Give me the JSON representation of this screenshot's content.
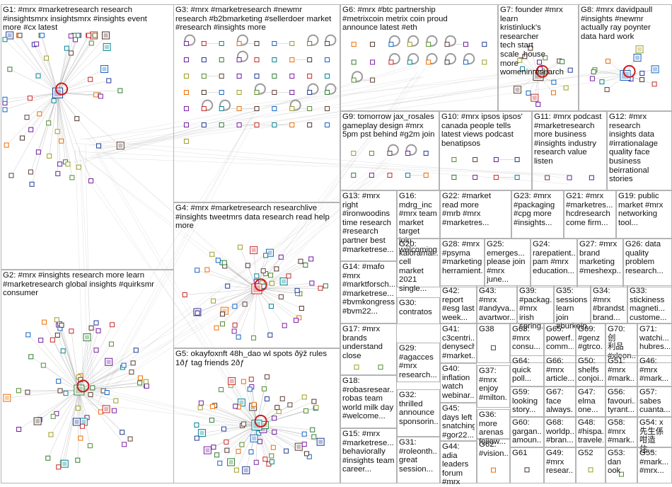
{
  "groups": [
    {
      "id": "G1",
      "label": "G1: #mrx #marketresearch research\n#insightsmrx insightsmrx #insights event\nmore #cx latest",
      "nodes": 60,
      "hub": true
    },
    {
      "id": "G2",
      "label": "G2: #mrx #insights research more learn\n#marketresearch global insights #quirksmr\nconsumer",
      "nodes": 70,
      "hub": true
    },
    {
      "id": "G3",
      "label": "G3: #mrx #marketresearch #newmr\nresearch #b2bmarketing #sellerdoer market\n#research #insights more",
      "nodes": 55,
      "hub": false
    },
    {
      "id": "G4",
      "label": "G4: #mrx #marketresearch researchlive\n#insights tweetmrs data research read help\nmore",
      "nodes": 55,
      "hub": true
    },
    {
      "id": "G5",
      "label": "G5: okayfoxnft 48h_dao wl spots ðÿž rules\n1ðƒ tag friends 2ðƒ",
      "nodes": 70,
      "hub": true
    },
    {
      "id": "G6",
      "label": "G6: #mrx #btc partnership\n#metrixcoin metrix coin proud\nannounce latest #eth",
      "nodes": 18,
      "hub": false
    },
    {
      "id": "G7",
      "label": "G7: founder #mrx learn\nkristinluck's researcher\ntech start scale_house\nmore womeninresearch",
      "nodes": 18,
      "hub": true
    },
    {
      "id": "G8",
      "label": "G8: #mrx davidpaull\n#insights #newmr\nactually ray poynter\ndata hard work",
      "nodes": 14,
      "hub": true
    },
    {
      "id": "G9",
      "label": "G9: tomorrow jax_rosales\ngameplay design #mrx\n5pm pst behind #g2m join",
      "nodes": 14,
      "hub": false
    },
    {
      "id": "G10",
      "label": "G10: #mrx ipsos ipsos'\ncanada people tells\nlatest views podcast\nbenatipsos",
      "nodes": 8,
      "hub": false
    },
    {
      "id": "G11",
      "label": "G11: #mrx podcast\n#marketresearch\nmore business\n#insights industry\nresearch value\nlisten",
      "nodes": 8,
      "hub": false
    },
    {
      "id": "G12",
      "label": "G12: #mrx\nresearch\ninsights data\n#irrationalage\nquality face\nbusiness\nbeirrational\nstories",
      "nodes": 5,
      "hub": false
    },
    {
      "id": "G13",
      "label": "G13: #mrx\nright\n#ironwoodins\ntime research\n#research\npartner best\n#marketrese...",
      "nodes": 3,
      "hub": false
    },
    {
      "id": "G16",
      "label": "G16: mdrg_inc\n#mrx team\nmarket target\njoin welcoming...",
      "nodes": 4,
      "hub": false
    },
    {
      "id": "G22",
      "label": "G22: #market\nread more\n#mrb #mrx\n#marketres...",
      "nodes": 3,
      "hub": false
    },
    {
      "id": "G23",
      "label": "G23: #mrx\n#packaging\n#cpg more\n#insights...",
      "nodes": 3,
      "hub": false
    },
    {
      "id": "G21",
      "label": "G21: #mrx\n#marketres...\nhcdresearch\ncome firm...",
      "nodes": 3,
      "hub": false
    },
    {
      "id": "G19",
      "label": "G19: public\nmarket #mrx\nnetworking\ntool...",
      "nodes": 3,
      "hub": false
    },
    {
      "id": "G20",
      "label": "G20:\nkaloramai...\ncell market\n2021\nsingle...",
      "nodes": 3,
      "hub": false
    },
    {
      "id": "G28",
      "label": "G28: #mrx\n#psyma\n#marketing\nherramient...",
      "nodes": 3,
      "hub": false
    },
    {
      "id": "G25",
      "label": "G25:\nemerges...\nplease join\n#mrx june...",
      "nodes": 3,
      "hub": false
    },
    {
      "id": "G24",
      "label": "G24:\nrarepatient...\npam #mrx\neducation...",
      "nodes": 3,
      "hub": false
    },
    {
      "id": "G27",
      "label": "G27: #mrx\nbrand\nmarketing\n#meshexp...",
      "nodes": 3,
      "hub": false
    },
    {
      "id": "G26",
      "label": "G26: data\nquality\nproblem\nresearch...",
      "nodes": 3,
      "hub": false
    },
    {
      "id": "G14",
      "label": "G14: #mafo\n#mrx\n#marktforsch...\n#marketrese...\n#bvmkongress\n#bvm22...",
      "nodes": 3,
      "hub": false
    },
    {
      "id": "G42",
      "label": "G42:\nreport\n#esg last\nweek...",
      "nodes": 2,
      "hub": false
    },
    {
      "id": "G43",
      "label": "G43:\n#mrx\n#andyva...\navartwor...",
      "nodes": 2,
      "hub": false
    },
    {
      "id": "G39",
      "label": "G39:\n#packag...\n#mrx irish\nspring...",
      "nodes": 2,
      "hub": false
    },
    {
      "id": "G35",
      "label": "G35:\nsessions\nlearn join\n#burkein...",
      "nodes": 2,
      "hub": false
    },
    {
      "id": "G34",
      "label": "G34:\n#mrx\n#brandst...\nbrand...",
      "nodes": 2,
      "hub": false
    },
    {
      "id": "G33",
      "label": "G33:\nstickiness\nmagneti...\ncustome...",
      "nodes": 2,
      "hub": false
    },
    {
      "id": "G30",
      "label": "G30:\ncontratos",
      "nodes": 2,
      "hub": false
    },
    {
      "id": "G17",
      "label": "G17: #mrx\nbrands\nunderstand\nclose",
      "nodes": 2,
      "hub": false
    },
    {
      "id": "G41",
      "label": "G41:\nc3centri...\ndenysech\n#market...",
      "nodes": 2,
      "hub": false
    },
    {
      "id": "G38",
      "label": "G38",
      "nodes": 2,
      "hub": false
    },
    {
      "id": "G63",
      "label": "G63:\n#mrx\nconsu...",
      "nodes": 2,
      "hub": false
    },
    {
      "id": "G65",
      "label": "G65:\npowerf...\ncomm...",
      "nodes": 2,
      "hub": false
    },
    {
      "id": "G69",
      "label": "G69:\n#genz\n#gtrco...",
      "nodes": 2,
      "hub": false
    },
    {
      "id": "G70",
      "label": "G70: 创\n利品\n#xleon...",
      "nodes": 2,
      "hub": false
    },
    {
      "id": "G71",
      "label": "G71:\nwatchi...\nhubres...",
      "nodes": 2,
      "hub": false
    },
    {
      "id": "G29",
      "label": "G29:\n#agacces\n#mrx\nresearch...",
      "nodes": 2,
      "hub": false
    },
    {
      "id": "G40",
      "label": "G40:\ninflation\nwatch\nwebinar...",
      "nodes": 2,
      "hub": false
    },
    {
      "id": "G64",
      "label": "G64:\nquick\npoll...",
      "nodes": 2,
      "hub": false
    },
    {
      "id": "G66",
      "label": "G66:\n#mrx\narticle...",
      "nodes": 2,
      "hub": false
    },
    {
      "id": "G50",
      "label": "G50:\nshelfs\nconjoi...",
      "nodes": 2,
      "hub": false
    },
    {
      "id": "G51",
      "label": "G51:\n#mrx\n#mark...",
      "nodes": 2,
      "hub": false
    },
    {
      "id": "G46",
      "label": "G46:\n#mrx\n#mark...",
      "nodes": 2,
      "hub": false
    },
    {
      "id": "G18",
      "label": "G18:\n#robasresear...\nrobas team\nworld milk day\n#welcome...",
      "nodes": 2,
      "hub": false
    },
    {
      "id": "G37",
      "label": "G37:\n#mrx\nenjoy\n#milton...",
      "nodes": 2,
      "hub": false
    },
    {
      "id": "G59",
      "label": "G59:\nlooking\nstory...",
      "nodes": 2,
      "hub": false
    },
    {
      "id": "G67",
      "label": "G67:\nface\nalways...",
      "nodes": 2,
      "hub": false
    },
    {
      "id": "G47",
      "label": "G47:\nelma\none...",
      "nodes": 2,
      "hub": false
    },
    {
      "id": "G56",
      "label": "G56:\nfavouri...\ntyrant...",
      "nodes": 2,
      "hub": false
    },
    {
      "id": "G57",
      "label": "G57:\nsabes\ncuanta...",
      "nodes": 2,
      "hub": false
    },
    {
      "id": "G32",
      "label": "G32:\nthrilled\nannounce\nsponsorin...",
      "nodes": 2,
      "hub": false
    },
    {
      "id": "G45",
      "label": "G45:\ndays left\nsnatching\n#gor22...",
      "nodes": 2,
      "hub": false
    },
    {
      "id": "G36",
      "label": "G36:\nmore\narenas\nfollow...",
      "nodes": 2,
      "hub": false
    },
    {
      "id": "G60",
      "label": "G60:\ngargan...\namoun...",
      "nodes": 2,
      "hub": false
    },
    {
      "id": "G68",
      "label": "G68:\nworldp...\n#bran...",
      "nodes": 2,
      "hub": false
    },
    {
      "id": "G48",
      "label": "G48:\n#hispa...\ntravele...",
      "nodes": 2,
      "hub": false
    },
    {
      "id": "G58",
      "label": "G58:\n#mrx\n#mark...",
      "nodes": 2,
      "hub": false
    },
    {
      "id": "G54",
      "label": "G54: x\n先生係\n咁造住...",
      "nodes": 2,
      "hub": false
    },
    {
      "id": "G15",
      "label": "G15: #mrx\n#marketrese...\nbehaviorally\n#insights team\ncareer...",
      "nodes": 2,
      "hub": false
    },
    {
      "id": "G31",
      "label": "G31:\n#roleonth...\ngreat\nsession...",
      "nodes": 2,
      "hub": false
    },
    {
      "id": "G44",
      "label": "G44: adia\nleaders\nforum\n#mrx",
      "nodes": 2,
      "hub": false
    },
    {
      "id": "G62",
      "label": "G62:\n#vision...",
      "nodes": 2,
      "hub": false
    },
    {
      "id": "G61",
      "label": "G61",
      "nodes": 2,
      "hub": false
    },
    {
      "id": "G49",
      "label": "G49:\n#mrx\nresear...",
      "nodes": 2,
      "hub": false
    },
    {
      "id": "G52",
      "label": "G52",
      "nodes": 2,
      "hub": false
    },
    {
      "id": "G53",
      "label": "G53:\ndan ook",
      "nodes": 2,
      "hub": false
    },
    {
      "id": "G55",
      "label": "G55:\n#mark...\n#mrx...",
      "nodes": 2,
      "hub": false
    }
  ],
  "colors": {
    "border": "#b4b4b4",
    "edge": "#8f8f8f",
    "arrow_red": "#d11a1a",
    "node_palette": [
      "#1f3a93",
      "#2e7d32",
      "#7b1fa2",
      "#c62828",
      "#00838f",
      "#ef6c00",
      "#4e342e",
      "#1565c0",
      "#9e9d24",
      "#558b2f",
      "#5d4037",
      "#6a1b9a"
    ]
  }
}
